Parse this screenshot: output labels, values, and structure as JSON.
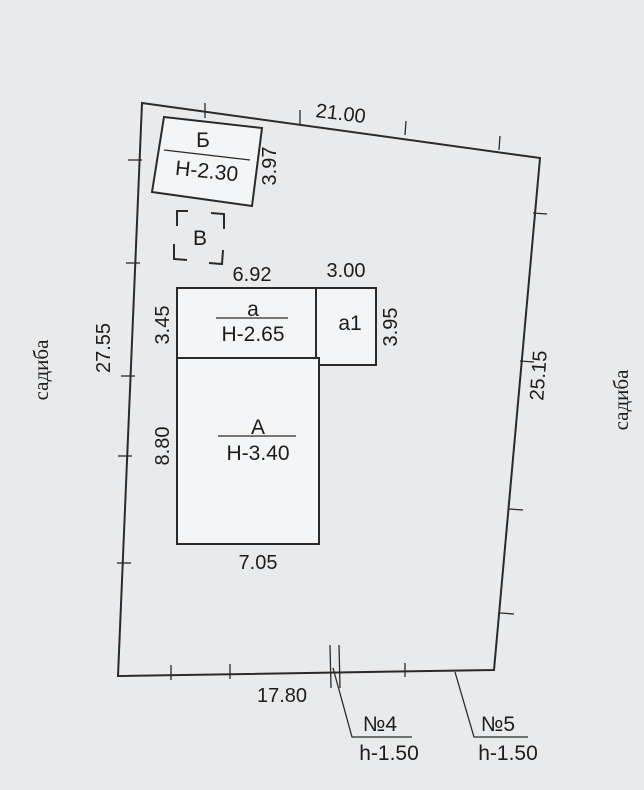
{
  "plot": {
    "top_length": "21.00",
    "left_length": "27.55",
    "right_length": "25.15",
    "bottom_length": "17.80",
    "neighbor_left": "садиба",
    "neighbor_right": "садиба"
  },
  "buildings": {
    "B_shed": {
      "name": "Б",
      "height": "Н-2.30",
      "side": "3.97"
    },
    "V_outline": {
      "name": "В"
    },
    "a_annex": {
      "name": "а",
      "height": "Н-2.65",
      "width": "6.92",
      "depth": "3.45"
    },
    "a1_annex": {
      "name": "а1",
      "width": "3.00",
      "depth": "3.95"
    },
    "A_house": {
      "name": "А",
      "height": "Н-3.40",
      "width": "7.05",
      "depth": "8.80"
    }
  },
  "markers": {
    "m4": {
      "number": "№4",
      "elevation": "h-1.50"
    },
    "m5": {
      "number": "№5",
      "elevation": "h-1.50"
    }
  }
}
